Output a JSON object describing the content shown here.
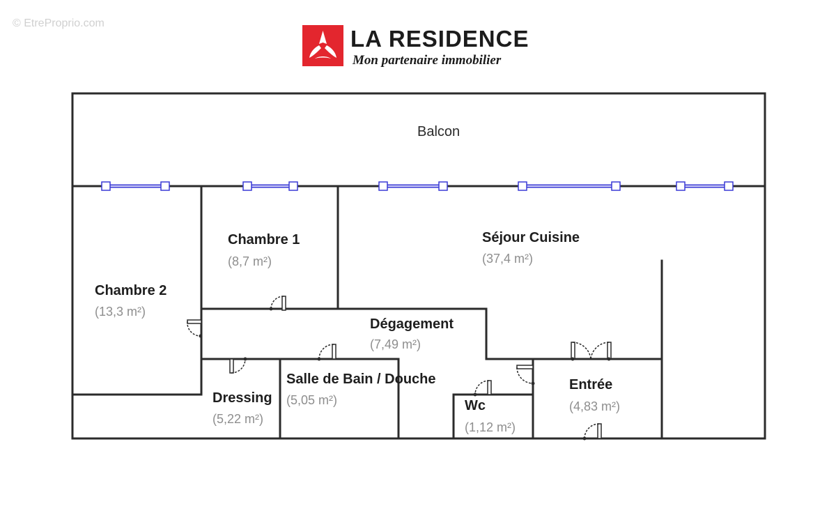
{
  "watermark": "© EtreProprio.com",
  "brand": {
    "name": "LA RESIDENCE",
    "tagline": "Mon partenaire immobilier",
    "accent_color": "#e3262e"
  },
  "balcony": {
    "name": "Balcon"
  },
  "rooms": [
    {
      "id": "chambre2",
      "name": "Chambre 2",
      "area": "(13,3 m²)"
    },
    {
      "id": "chambre1",
      "name": "Chambre 1",
      "area": "(8,7 m²)"
    },
    {
      "id": "sejour",
      "name": "Séjour Cuisine",
      "area": "(37,4 m²)"
    },
    {
      "id": "degagement",
      "name": "Dégagement",
      "area": "(7,49 m²)"
    },
    {
      "id": "dressing",
      "name": "Dressing",
      "area": "(5,22 m²)"
    },
    {
      "id": "sdb",
      "name": "Salle de Bain / Douche",
      "area": "(5,05 m²)"
    },
    {
      "id": "wc",
      "name": "Wc",
      "area": "(1,12 m²)"
    },
    {
      "id": "entree",
      "name": "Entrée",
      "area": "(4,83 m²)"
    }
  ],
  "colors": {
    "wall": "#2b2b2b",
    "window": "#3a3ad6"
  }
}
